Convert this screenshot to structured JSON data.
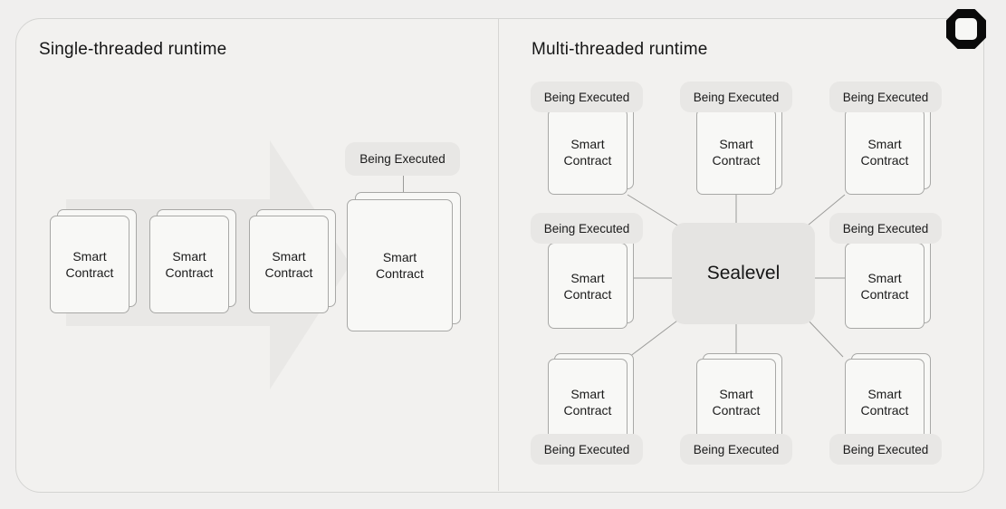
{
  "colors": {
    "background": "#f0efee",
    "panel_fill": "#f2f1ef",
    "panel_border": "#d4d4d2",
    "card_fill": "#f8f8f6",
    "card_border": "#a8a8a6",
    "badge_fill": "#e8e7e5",
    "hub_fill": "#e5e4e2",
    "arrow_fill": "#e9e8e6",
    "connector_line": "#9b9b99",
    "text": "#1b1b1b",
    "brand_icon": "#0a0a0a"
  },
  "left_panel": {
    "title": "Single-threaded runtime",
    "queue_cards": [
      {
        "label": "Smart Contract"
      },
      {
        "label": "Smart Contract"
      },
      {
        "label": "Smart Contract"
      }
    ],
    "active_card": {
      "label": "Smart Contract",
      "badge": "Being Executed"
    }
  },
  "right_panel": {
    "title": "Multi-threaded runtime",
    "hub_label": "Sealevel",
    "cards": [
      {
        "position": "top-left",
        "label": "Smart Contract",
        "badge": "Being Executed"
      },
      {
        "position": "top-center",
        "label": "Smart Contract",
        "badge": "Being Executed"
      },
      {
        "position": "top-right",
        "label": "Smart Contract",
        "badge": "Being Executed"
      },
      {
        "position": "middle-left",
        "label": "Smart Contract",
        "badge": "Being Executed"
      },
      {
        "position": "middle-right",
        "label": "Smart Contract",
        "badge": "Being Executed"
      },
      {
        "position": "bottom-left",
        "label": "Smart Contract",
        "badge": "Being Executed"
      },
      {
        "position": "bottom-center",
        "label": "Smart Contract",
        "badge": "Being Executed"
      },
      {
        "position": "bottom-right",
        "label": "Smart Contract",
        "badge": "Being Executed"
      }
    ]
  },
  "brand": {
    "icon": "octagon-logo"
  }
}
